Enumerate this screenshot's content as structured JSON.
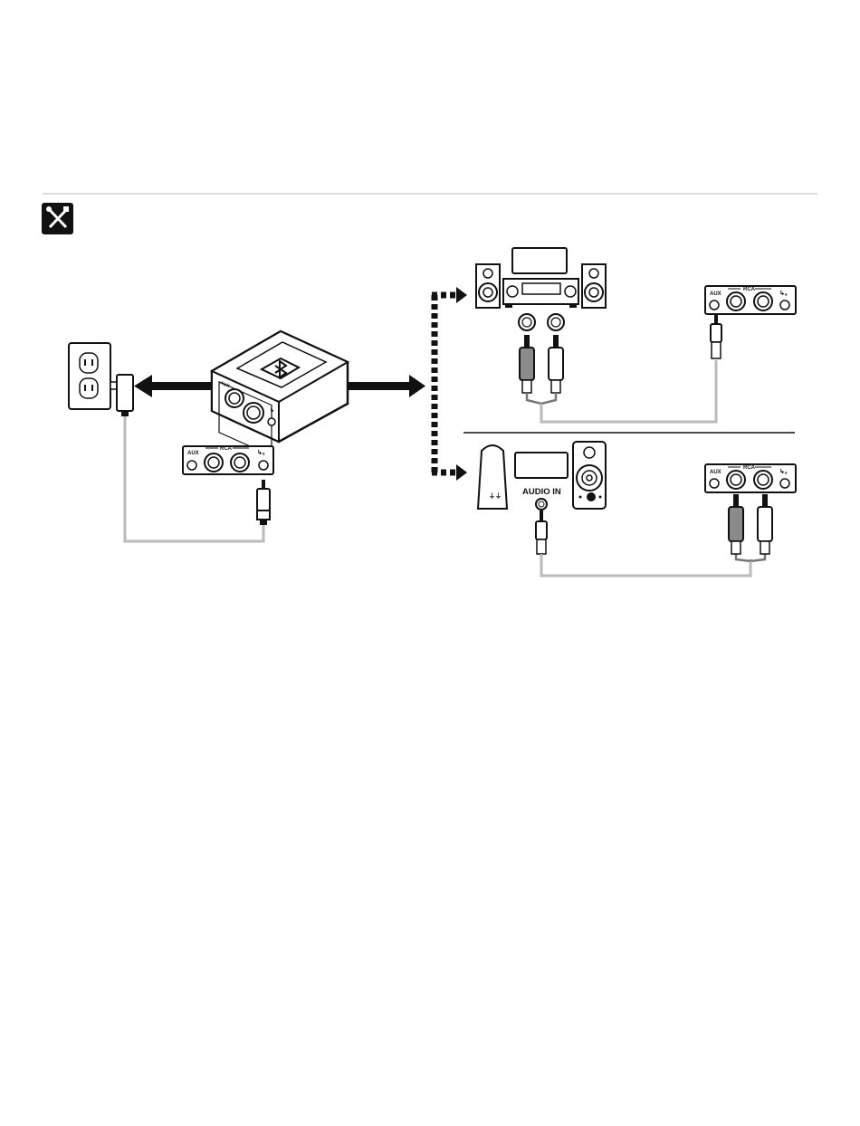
{
  "panel_left": {
    "aux_label": "AUX",
    "rca_label": "RCA",
    "out_symbol": "↳ₐ"
  },
  "panel_top_right": {
    "aux_label": "AUX",
    "rca_label": "RCA",
    "out_symbol": "↳ₐ"
  },
  "panel_bottom_right": {
    "aux_label": "AUX",
    "rca_label": "RCA",
    "out_symbol": "↳ₐ"
  },
  "adapter": {
    "aux_label": "AUX",
    "out_symbol": "↳"
  },
  "speaker_input": {
    "label": "AUDIO IN"
  },
  "icons": {
    "tools": "tools-icon",
    "bluetooth": "bluetooth-icon",
    "outlet": "power-outlet-icon"
  },
  "colors": {
    "ink": "#111111",
    "rule": "#bdbdbd",
    "plug_gray": "#8a8a8a"
  }
}
